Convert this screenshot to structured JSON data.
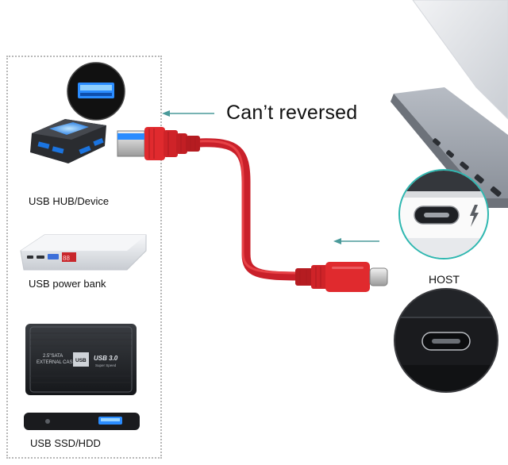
{
  "headline": "Can’t reversed",
  "devices": {
    "hub_label": "USB HUB/Device",
    "power_bank_label": "USB power bank",
    "ssd_label": "USB SSD/HDD",
    "enclosure_text_line1": "2.5\"SATA",
    "enclosure_text_line2": "EXTERNAL CASE",
    "enclosure_badge": "USB",
    "enclosure_usb_version": "USB 3.0",
    "enclosure_usb_sub": "Super Speed"
  },
  "host": {
    "label": "HOST"
  },
  "colors": {
    "cable_red": "#e02a2e",
    "arrow_teal": "#4a9a9a",
    "dashed_border": "#b7b7b7",
    "callout_ring": "#2fb7b0",
    "usb_blue": "#2a8cff"
  },
  "icons": {
    "usb_a_plug": "usb-a-connector",
    "usb_c_plug": "usb-c-connector",
    "thunderbolt": "lightning-bolt"
  }
}
